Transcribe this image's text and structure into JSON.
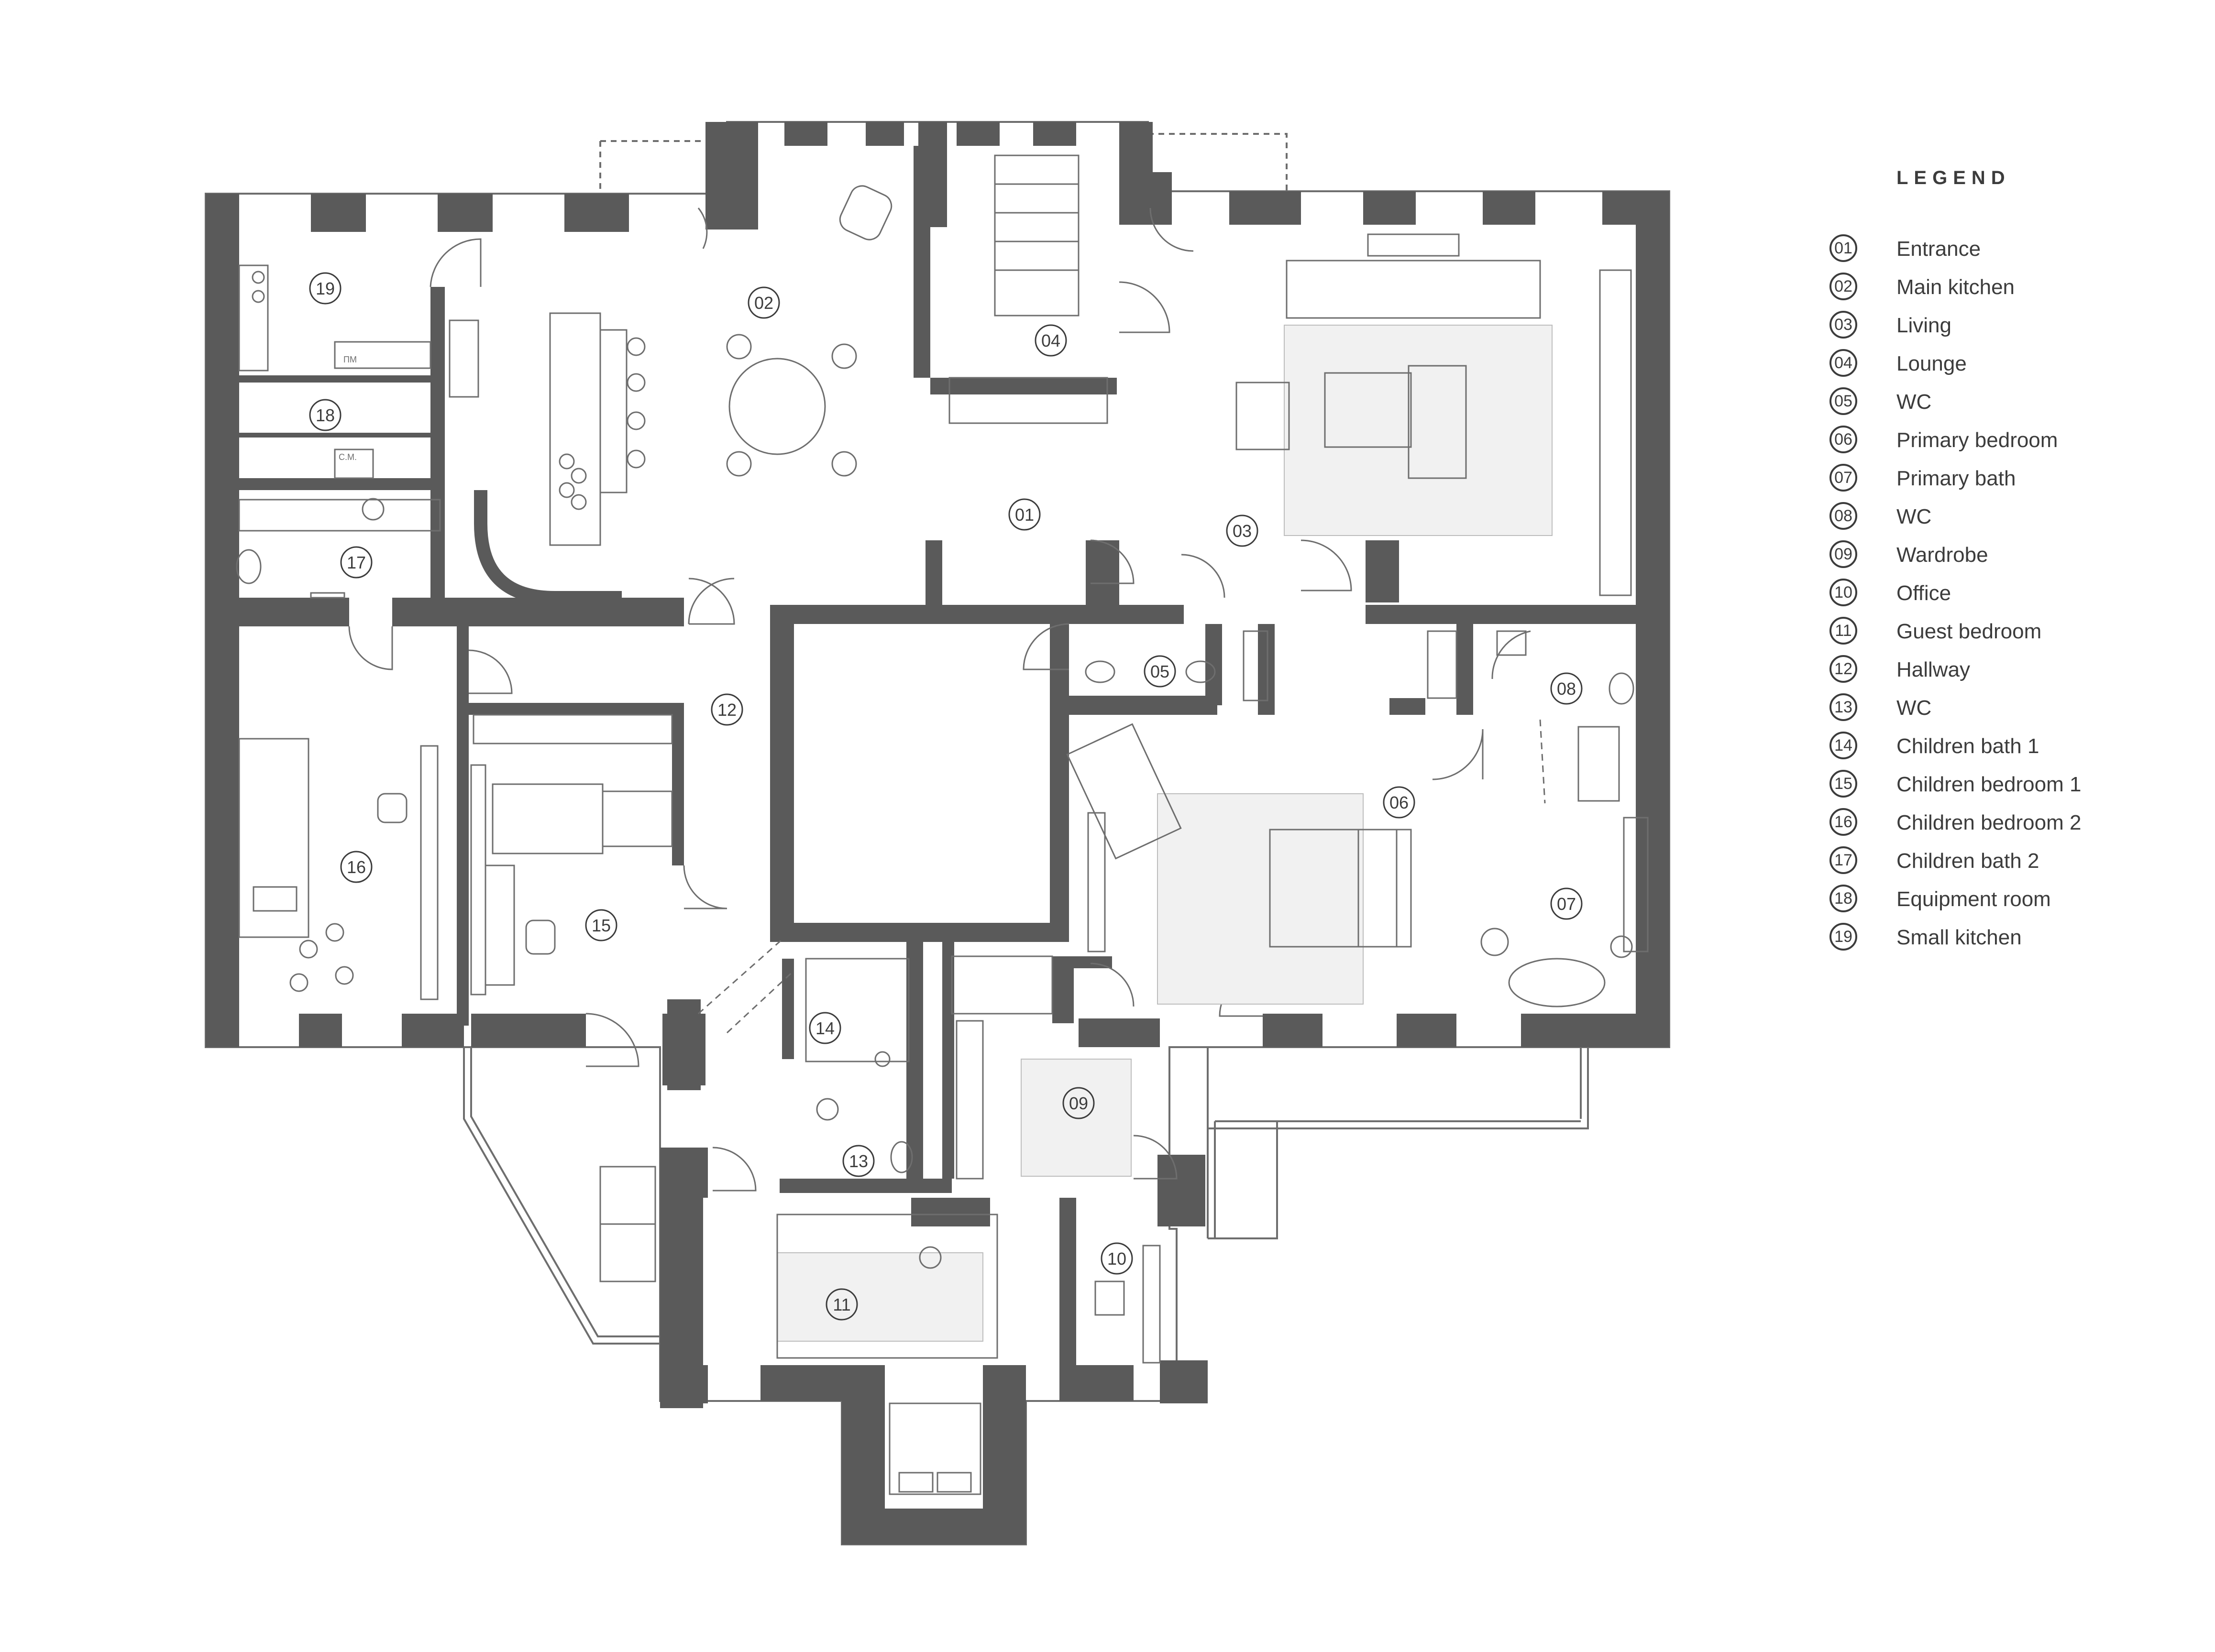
{
  "legend": {
    "title": "LEGEND",
    "items": [
      {
        "num": "01",
        "label": "Entrance"
      },
      {
        "num": "02",
        "label": "Main kitchen"
      },
      {
        "num": "03",
        "label": "Living"
      },
      {
        "num": "04",
        "label": "Lounge"
      },
      {
        "num": "05",
        "label": "WC"
      },
      {
        "num": "06",
        "label": "Primary bedroom"
      },
      {
        "num": "07",
        "label": "Primary bath"
      },
      {
        "num": "08",
        "label": "WC"
      },
      {
        "num": "09",
        "label": "Wardrobe"
      },
      {
        "num": "10",
        "label": "Office"
      },
      {
        "num": "11",
        "label": "Guest bedroom"
      },
      {
        "num": "12",
        "label": "Hallway"
      },
      {
        "num": "13",
        "label": "WC"
      },
      {
        "num": "14",
        "label": "Children bath 1"
      },
      {
        "num": "15",
        "label": "Children bedroom 1"
      },
      {
        "num": "16",
        "label": "Children bedroom 2"
      },
      {
        "num": "17",
        "label": "Children bath 2"
      },
      {
        "num": "18",
        "label": "Equipment room"
      },
      {
        "num": "19",
        "label": "Small kitchen"
      }
    ]
  },
  "plan": {
    "room_markers": [
      "01",
      "02",
      "03",
      "04",
      "05",
      "06",
      "07",
      "08",
      "09",
      "10",
      "11",
      "12",
      "13",
      "14",
      "15",
      "16",
      "17",
      "18",
      "19"
    ],
    "fixture_labels": {
      "small_kitchen_appliance": "ПМ",
      "equipment_unit": "С.М."
    },
    "colors": {
      "wall": "#5a5a5a",
      "line": "#6e6e6e",
      "rug": "#f1f1f1",
      "marker": "#3c3c3c"
    }
  }
}
